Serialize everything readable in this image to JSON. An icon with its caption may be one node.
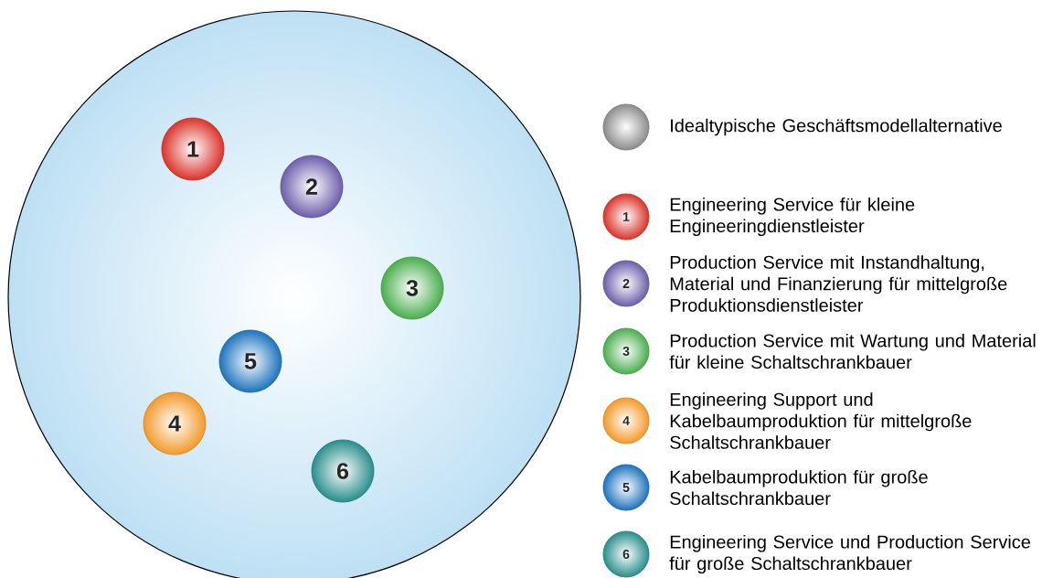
{
  "diagram": {
    "nodes": [
      {
        "text": [],
        "shape": "circle"
      },
      {
        "text": [
          "1"
        ],
        "in": 0
      },
      {
        "text": [
          "2"
        ],
        "in": 0
      },
      {
        "text": [
          "3"
        ],
        "in": 0
      },
      {
        "text": [
          "5"
        ],
        "in": 0
      },
      {
        "text": [
          "4"
        ],
        "in": 0
      },
      {
        "text": [
          "6"
        ],
        "in": 0
      },
      {
        "text": [],
        "shape": "circle",
        "beside": [
          "Idealtypische Geschäftsmodellalternative"
        ]
      },
      {
        "text": [
          "1"
        ],
        "beside": [
          "Engineering Service für kleine Engineeringdienstleister"
        ]
      },
      {
        "text": [
          "2"
        ],
        "beside": [
          "Production Service mit Instandhaltung, Material und Finanzierung für mittelgroße Produktionsdienstleister"
        ]
      },
      {
        "text": [
          "3"
        ],
        "beside": [
          "Production Service mit Wartung und Material für kleine Schaltschrankbauer"
        ]
      },
      {
        "text": [
          "4"
        ],
        "beside": [
          "Engineering Support und Kabelbaumproduktion für mittelgroße Schaltschrankbauer"
        ]
      },
      {
        "text": [
          "5"
        ],
        "beside": [
          "Kabelbaumproduktion für große Schaltschrankbauer"
        ]
      },
      {
        "text": [
          "6"
        ],
        "beside": [
          "Engineering Service und Production Service für große Schaltschrankbauer"
        ]
      }
    ]
  }
}
